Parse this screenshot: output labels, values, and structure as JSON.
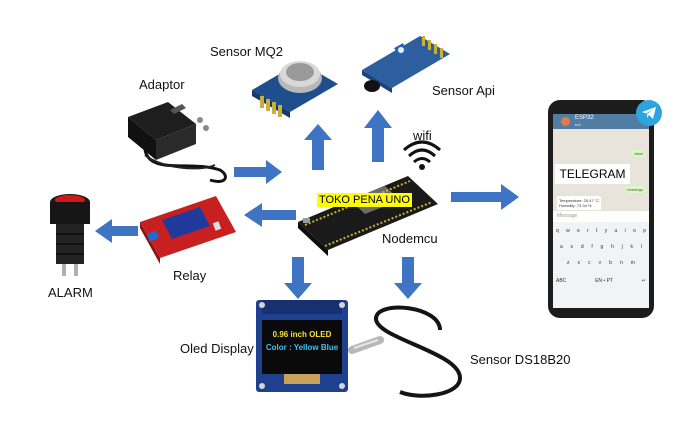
{
  "labels": {
    "sensor_mq2": "Sensor MQ2",
    "sensor_api": "Sensor Api",
    "adaptor": "Adaptor",
    "wifi": "wifi",
    "toko": "TOKO PENA UNO",
    "nodemcu": "Nodemcu",
    "alarm": "ALARM",
    "relay": "Relay",
    "oled_display": "Oled Display",
    "sensor_ds18b20": "Sensor DS18B20"
  },
  "oled": {
    "line1": "0.96 inch OLED",
    "line2": "Color : Yellow Blue"
  },
  "phone": {
    "chat_title": "ESP32",
    "chat_subtitle": "bot",
    "msg_start": "/start",
    "big_label": "TELEGRAM",
    "msg_readings": "/readings",
    "reading_temp": "Temperature: 25.47 °C",
    "reading_hum": "Humidity: 73.34 %",
    "input_placeholder": "Message",
    "kb_row1": [
      "q",
      "w",
      "e",
      "r",
      "t",
      "y",
      "u",
      "i",
      "o",
      "p"
    ],
    "kb_row2": [
      "a",
      "s",
      "d",
      "f",
      "g",
      "h",
      "j",
      "k",
      "l"
    ],
    "kb_row3": [
      "z",
      "x",
      "c",
      "v",
      "b",
      "n",
      "m"
    ],
    "kb_bottom": [
      "ABC",
      "EN • PT",
      "↵"
    ]
  },
  "colors": {
    "arrow": "#3f73c4",
    "telegram": "#2ea4de",
    "toko_highlight": "#ffff00"
  }
}
